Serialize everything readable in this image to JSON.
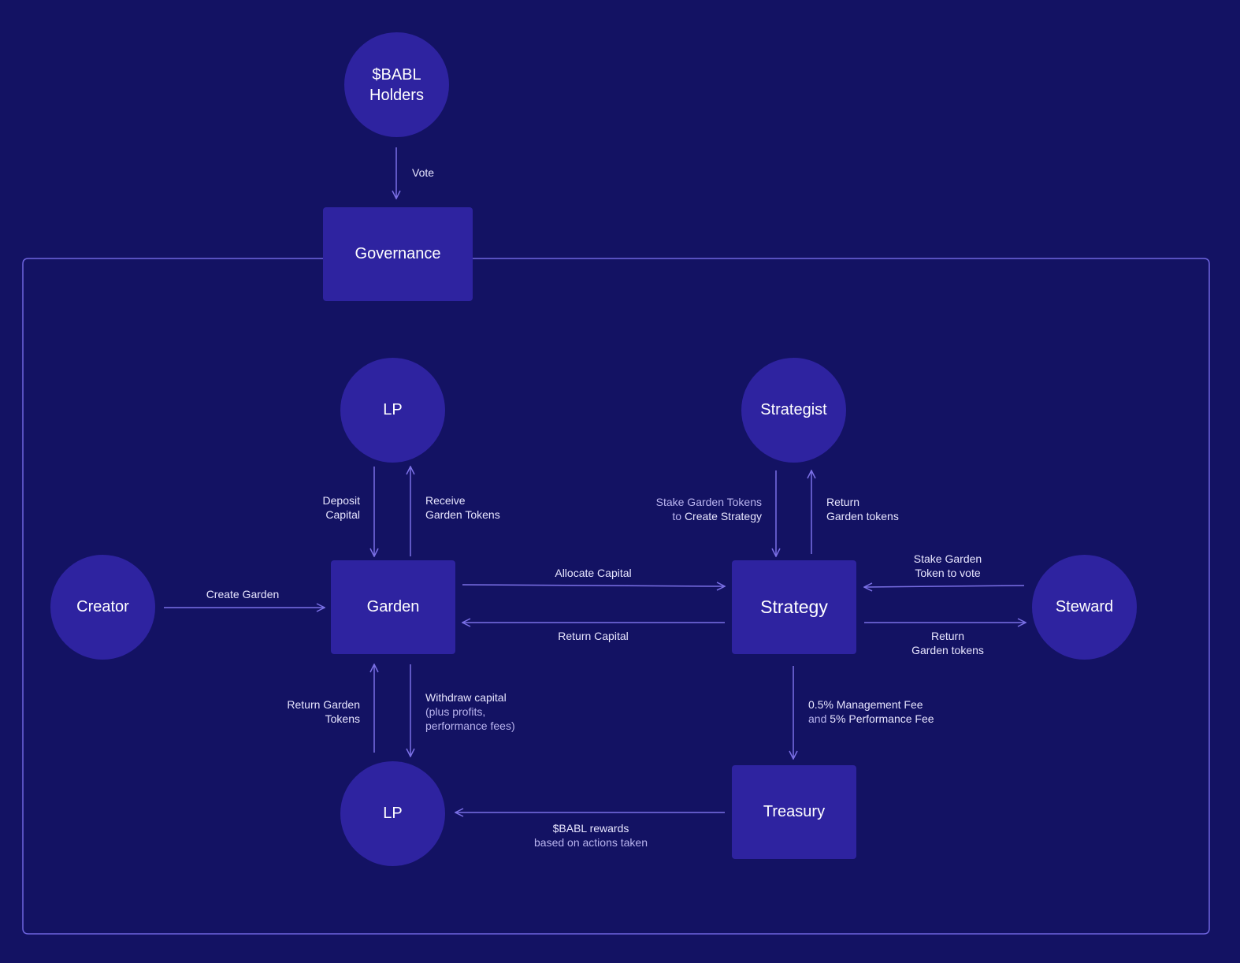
{
  "nodes": {
    "babl_holders": {
      "line1": "$BABL",
      "line2": "Holders"
    },
    "governance": "Governance",
    "lp_top": "LP",
    "strategist": "Strategist",
    "creator": "Creator",
    "garden": "Garden",
    "strategy": "Strategy",
    "steward": "Steward",
    "lp_bottom": "LP",
    "treasury": "Treasury"
  },
  "edges": {
    "vote": "Vote",
    "deposit_capital": {
      "line1": "Deposit",
      "line2": "Capital"
    },
    "receive_garden_tokens": {
      "line1": "Receive",
      "line2": "Garden Tokens"
    },
    "stake_create_strategy": {
      "line1": "Stake Garden Tokens",
      "line2_prefix": "to ",
      "line2_bold": "Create Strategy"
    },
    "return_garden_tokens_strategist": {
      "line1": "Return",
      "line2": "Garden tokens"
    },
    "create_garden": "Create Garden",
    "allocate_capital": "Allocate Capital",
    "return_capital": "Return Capital",
    "stake_to_vote": {
      "line1": "Stake Garden",
      "line2": "Token to vote"
    },
    "return_garden_tokens_steward": {
      "line1": "Return",
      "line2": "Garden tokens"
    },
    "return_garden_tokens_lp": {
      "line1": "Return Garden",
      "line2": "Tokens"
    },
    "withdraw_capital": {
      "line1": "Withdraw capital",
      "line2": "(plus profits,",
      "line3": "performance fees)"
    },
    "fees": {
      "line1": "0.5% Management Fee",
      "line2_prefix": "and ",
      "line2_bold": "5% Performance Fee"
    },
    "babl_rewards": {
      "line1": "$BABL rewards",
      "line2": "based on actions taken"
    }
  },
  "colors": {
    "background": "#131263",
    "node_fill": "#2e23a0",
    "line": "#7b70e6"
  }
}
